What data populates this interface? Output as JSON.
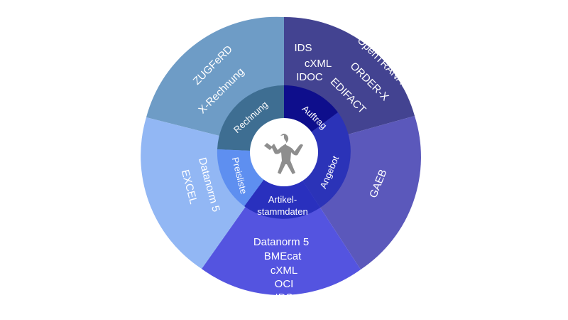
{
  "segments": [
    {
      "key": "rechnung",
      "center_label": "Rechnung",
      "inner_color": "#3E6E92",
      "outer_color": "#6E9CC6",
      "formats": [
        "ZUGFeRD",
        "X-Rechnung"
      ]
    },
    {
      "key": "auftrag",
      "center_label": "Auftrag",
      "inner_color": "#0E0E8C",
      "outer_color": "#434391",
      "formats": [
        "IDS",
        "cXML",
        "IDOC",
        "OpenTRANAS",
        "ORDER-X",
        "EDIFACT"
      ]
    },
    {
      "key": "angebot",
      "center_label": "Angebot",
      "inner_color": "#2B33B8",
      "outer_color": "#5B58BB",
      "formats": [
        "GAEB"
      ]
    },
    {
      "key": "artikelstammdaten",
      "center_label_lines": [
        "Artikel-",
        "stammdaten"
      ],
      "inner_color": "#2930BE",
      "outer_color": "#5454E0",
      "formats": [
        "Datanorm 5",
        "BMEcat",
        "cXML",
        "OCI",
        "IDS"
      ]
    },
    {
      "key": "preisliste",
      "center_label": "Preisliste",
      "inner_color": "#5E8FF0",
      "outer_color": "#92B7F4",
      "formats": [
        "Datanorm 5",
        "EXCEL"
      ]
    }
  ],
  "center": {
    "fill": "#ffffff",
    "icon": "figure-icon",
    "icon_color": "#8E8E8E"
  }
}
